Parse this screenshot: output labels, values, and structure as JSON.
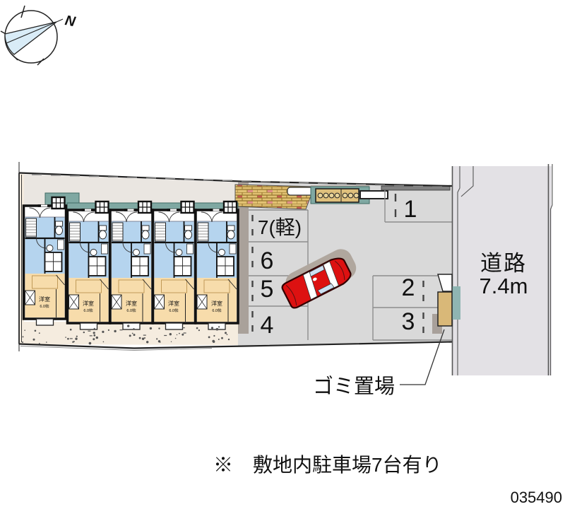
{
  "compass": {
    "north_label": "N"
  },
  "building": {
    "units_count": 5,
    "room_label": "洋室",
    "room_size_label": "6.0帖"
  },
  "parking": {
    "left_spaces": [
      "7(軽)",
      "6",
      "5",
      "4"
    ],
    "right_spaces": [
      "1",
      "2",
      "3"
    ]
  },
  "road": {
    "label_line1": "道路",
    "label_line2": "7.4m"
  },
  "garbage": {
    "label": "ゴミ置場"
  },
  "note": "※　敷地内駐車場7台有り",
  "plan_number": "035490",
  "colors": {
    "room_blue": "#b5d4ee",
    "room_tan": "#f7dcab",
    "roof_teal": "#7fa8a2",
    "car_red": "#dd1111",
    "road_gray": "#e3e1e5",
    "lot_gray": "#d9d9d9",
    "sand": "#f5ecdf",
    "walkway": "#eae6e1",
    "brick": "#e2c173"
  }
}
